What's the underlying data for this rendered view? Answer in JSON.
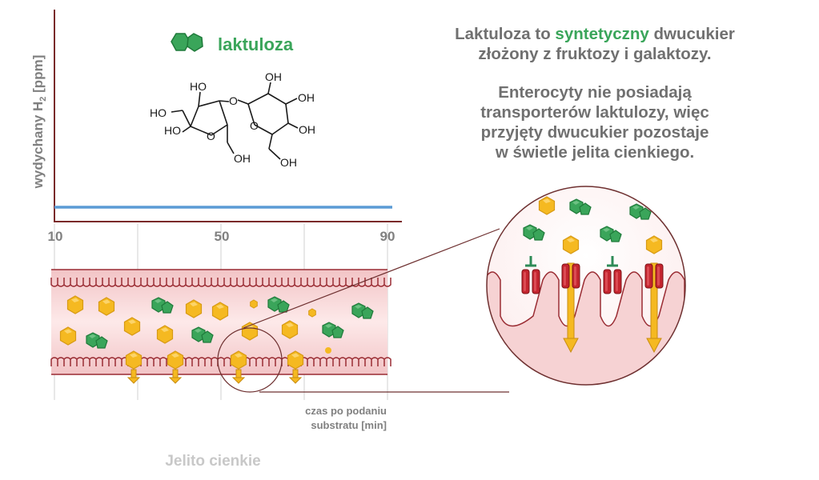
{
  "chart": {
    "y_label": "wydychany H",
    "y_label_sub": "2",
    "y_label_unit": " [ppm]",
    "x_ticks": [
      "10",
      "50",
      "90"
    ],
    "x_label_line1": "czas po podaniu",
    "x_label_line2": "substratu [min]"
  },
  "chart_data": {
    "type": "line",
    "x": [
      10,
      90
    ],
    "series": [
      {
        "values": [
          0,
          0
        ]
      }
    ],
    "ylabel": "wydychany H2 [ppm]",
    "xlabel": "czas po podaniu substratu [min]",
    "xlim": [
      10,
      90
    ],
    "line_color": "#5b9bd5"
  },
  "legend": {
    "label": "laktuloza",
    "icon": "lactulose-disaccharide-icon",
    "color": "#3aa55a"
  },
  "molecule": {
    "labels": {
      "ho_top_left": "HO",
      "ho_ring_left": "HO",
      "ho_left_mid": "HO",
      "oh_bottom_left": "OH",
      "o_link": "O",
      "o_ring_left": "O",
      "o_ring_right": "O",
      "oh_top_right": "OH",
      "oh_right_upper": "OH",
      "oh_right_lower": "OH",
      "oh_bottom_right": "OH"
    }
  },
  "description": {
    "line1_pre": "Laktuloza to ",
    "line1_highlight": "syntetyczny",
    "line1_post": " dwucukier",
    "line2": "złożony z fruktozy i galaktozy.",
    "para2": [
      "Enterocyty nie posiadają",
      "transporterów laktulozy, więc",
      "przyjęty dwucukier pozostaje",
      "w świetle jelita cienkiego."
    ],
    "highlight_color": "#3aa55a"
  },
  "caption": {
    "label": "Jelito cienkie"
  },
  "colors": {
    "intestine_fill": "#f6cfd0",
    "intestine_border": "#9a2c33",
    "glucose": "#f5b921",
    "lactulose": "#3aa55a",
    "transporter": "#c4252f"
  }
}
